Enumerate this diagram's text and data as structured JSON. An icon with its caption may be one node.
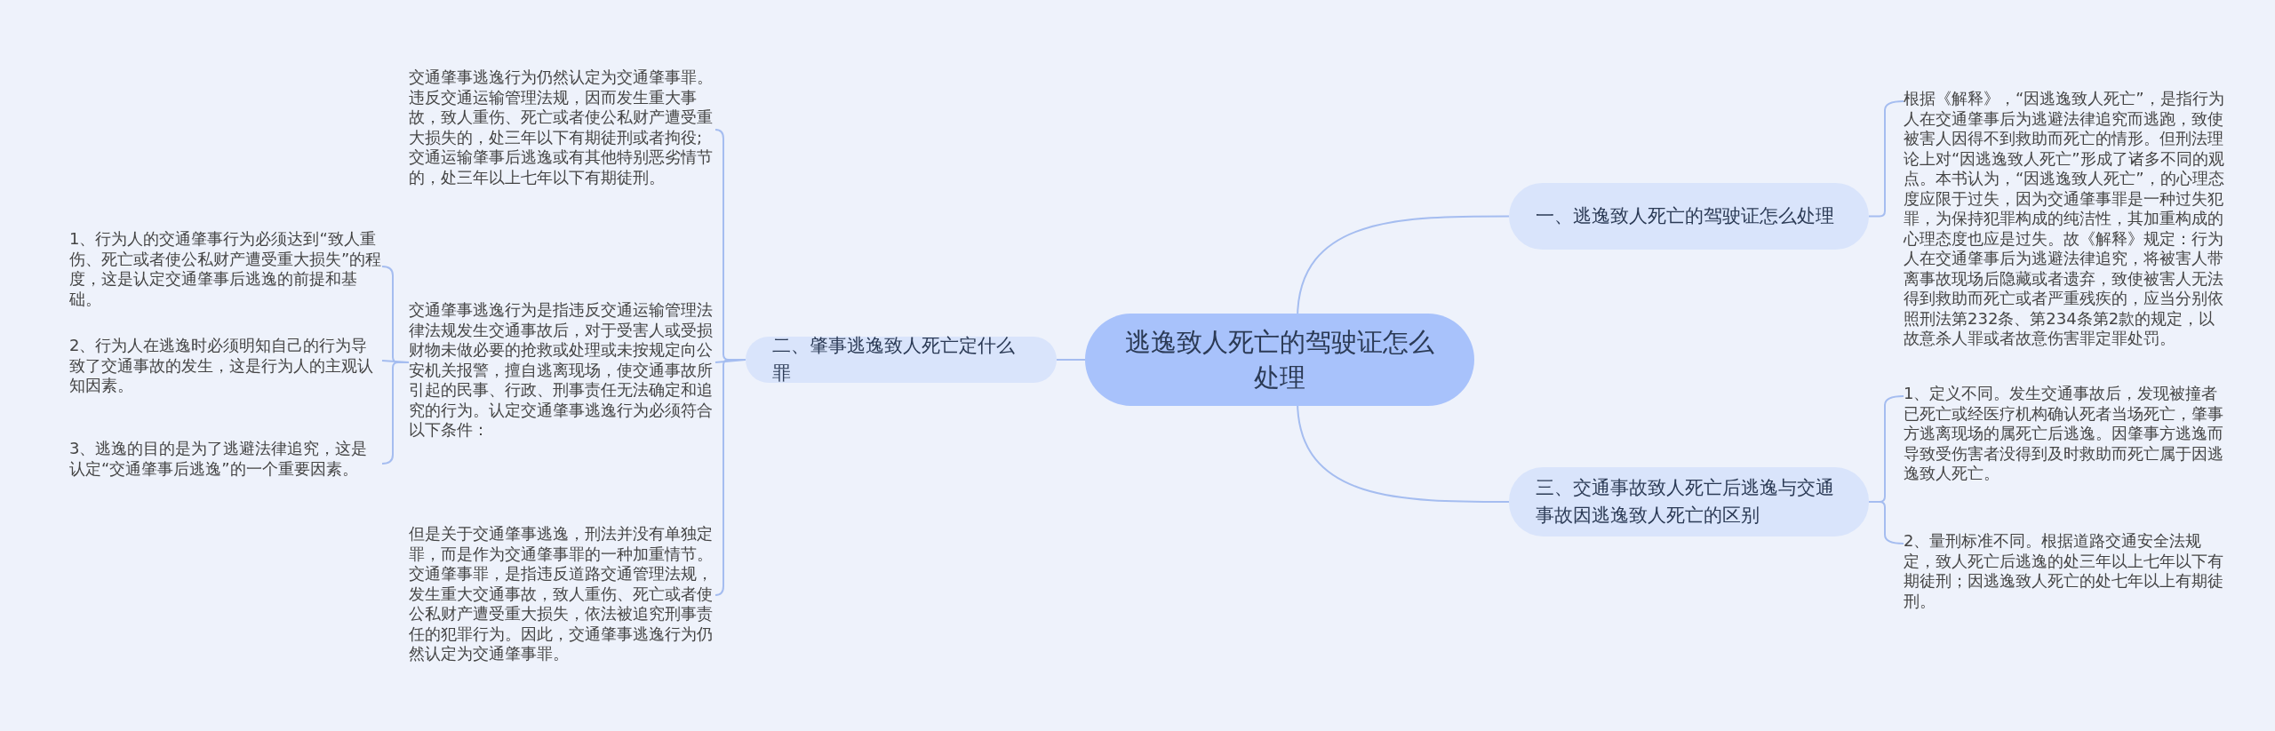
{
  "diagram": {
    "nodes": [
      {
        "text": [
          "逃逸致人死亡的驾驶证怎么处理"
        ]
      },
      {
        "text": [
          "一、逃逸致人死亡的驾驶证怎么处理"
        ]
      },
      {
        "text": [
          "根据《解释》，“因逃逸致人死亡”，是指行为人在交通肇事后为逃避法律追究而逃跑，致使被害人因得不到救助而死亡的情形。但刑法理论上对“因逃逸致人死亡”形成了诸多不同的观点。本书认为，“因逃逸致人死亡”，的心理态度应限于过失，因为交通肇事罪是一种过失犯罪，为保持犯罪构成的纯洁性，其加重构成的心理态度也应是过失。故《解释》规定：行为人在交通肇事后为逃避法律追究，将被害人带离事故现场后隐藏或者遗弃，致使被害人无法得到救助而死亡或者严重残疾的，应当分别依照刑法第232条、第234条第2款的规定，以故意杀人罪或者故意伤害罪定罪处罚。"
        ]
      },
      {
        "text": [
          "三、交通事故致人死亡后逃逸与交通事故因逃逸致人死亡的区别"
        ]
      },
      {
        "text": [
          "1、定义不同。发生交通事故后，发现被撞者已死亡或经医疗机构确认死者当场死亡，肇事方逃离现场的属死亡后逃逸。因肇事方逃逸而导致受伤害者没得到及时救助而死亡属于因逃逸致人死亡。"
        ]
      },
      {
        "text": [
          "2、量刑标准不同。根据道路交通安全法规定，致人死亡后逃逸的处三年以上七年以下有期徒刑；因逃逸致人死亡的处七年以上有期徒刑。"
        ]
      },
      {
        "text": [
          "二、肇事逃逸致人死亡定什么罪"
        ]
      },
      {
        "text": [
          "交通肇事逃逸行为仍然认定为交通肇事罪。违反交通运输管理法规，因而发生重大事故，致人重伤、死亡或者使公私财产遭受重大损失的，处三年以下有期徒刑或者拘役;交通运输肇事后逃逸或有其他特别恶劣情节的，处三年以上七年以下有期徒刑。"
        ]
      },
      {
        "text": [
          "交通肇事逃逸行为是指违反交通运输管理法律法规发生交通事故后，对于受害人或受损财物未做必要的抢救或处理或未按规定向公安机关报警，擅自逃离现场，使交通事故所引起的民事、行政、刑事责任无法确定和追究的行为。认定交通肇事逃逸行为必须符合以下条件："
        ]
      },
      {
        "text": [
          "但是关于交通肇事逃逸，刑法并没有单独定罪，而是作为交通肇事罪的一种加重情节。交通肇事罪，是指违反道路交通管理法规，发生重大交通事故，致人重伤、死亡或者使公私财产遭受重大损失，依法被追究刑事责任的犯罪行为。因此，交通肇事逃逸行为仍然认定为交通肇事罪。"
        ]
      },
      {
        "text": [
          "1、行为人的交通肇事行为必须达到“致人重伤、死亡或者使公私财产遭受重大损失”的程度，这是认定交通肇事后逃逸的前提和基础。"
        ]
      },
      {
        "text": [
          "2、行为人在逃逸时必须明知自己的行为导致了交通事故的发生，这是行为人的主观认知因素。"
        ]
      },
      {
        "text": [
          "3、逃逸的目的是为了逃避法律追究，这是认定“交通肇事后逃逸”的一个重要因素。"
        ]
      }
    ],
    "edges": [
      {
        "from": 0,
        "to": 1,
        "arrow": "none"
      },
      {
        "from": 1,
        "to": 2,
        "arrow": "none"
      },
      {
        "from": 0,
        "to": 3,
        "arrow": "none"
      },
      {
        "from": 3,
        "to": 4,
        "arrow": "none"
      },
      {
        "from": 3,
        "to": 5,
        "arrow": "none"
      },
      {
        "from": 0,
        "to": 6,
        "arrow": "none"
      },
      {
        "from": 6,
        "to": 7,
        "arrow": "none"
      },
      {
        "from": 6,
        "to": 8,
        "arrow": "none"
      },
      {
        "from": 6,
        "to": 9,
        "arrow": "none"
      },
      {
        "from": 8,
        "to": 10,
        "arrow": "none"
      },
      {
        "from": 8,
        "to": 11,
        "arrow": "none"
      },
      {
        "from": 8,
        "to": 12,
        "arrow": "none"
      }
    ]
  }
}
